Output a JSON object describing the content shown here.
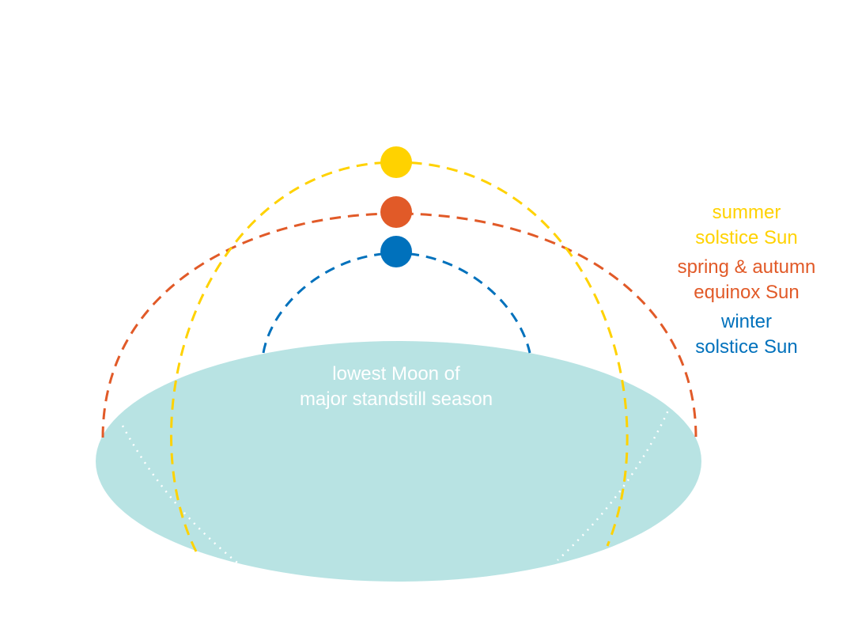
{
  "colors": {
    "summer": "#ffd200",
    "equinox": "#e15a28",
    "winter": "#0071bc",
    "ground": "#b8e3e3",
    "moon_path": "#ffffff",
    "ground_label": "#ffffff"
  },
  "ground": {
    "label_line1": "lowest Moon of",
    "label_line2": "major standstill season"
  },
  "legend": {
    "summer_line1": "summer",
    "summer_line2": "solstice Sun",
    "equinox_line1": "spring & autumn",
    "equinox_line2": "equinox Sun",
    "winter_line1": "winter",
    "winter_line2": "solstice Sun"
  }
}
